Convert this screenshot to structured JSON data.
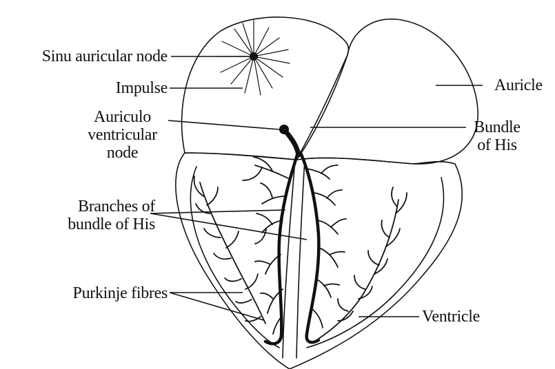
{
  "labels": {
    "sa_node": "Sinu auricular node",
    "impulse": "Impulse",
    "av_node": [
      "Auriculo",
      "ventricular",
      "node"
    ],
    "branches": [
      "Branches of",
      "bundle of His"
    ],
    "purkinje": "Purkinje fibres",
    "auricle": "Auricle",
    "bundle_his": [
      "Bundle",
      "of His"
    ],
    "ventricle": "Ventricle"
  },
  "colors": {
    "ink": "#111111",
    "background": "#ffffff"
  }
}
